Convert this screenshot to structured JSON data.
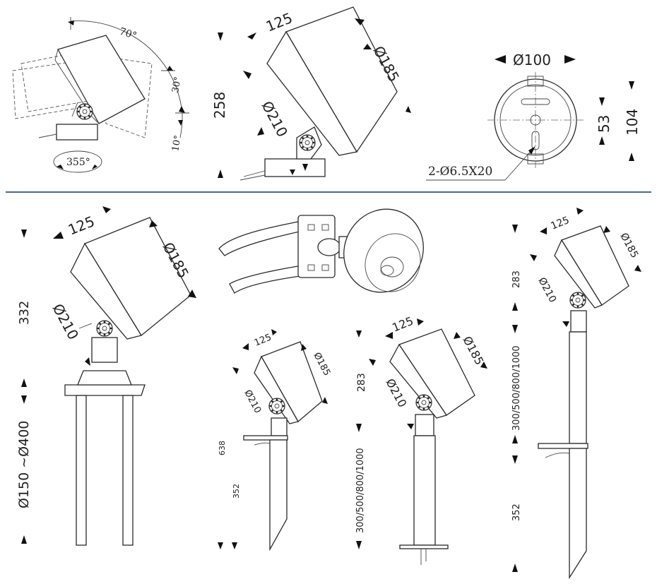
{
  "top_row": {
    "rotation": {
      "tilt": "70°",
      "up": "30°",
      "down": "10°",
      "pan": "355°"
    },
    "side": {
      "width": "125",
      "lens_dia": "Ø185",
      "body_dia": "Ø210",
      "height": "258"
    },
    "base": {
      "dia": "Ø100",
      "inner": "53",
      "outer": "104",
      "holes": "2-Ø6.5X20"
    }
  },
  "flange_model": {
    "width": "125",
    "lens_dia": "Ø185",
    "body_dia": "Ø210",
    "height": "332",
    "flange_range": "Ø150 ~Ø400"
  },
  "spike_short": {
    "width": "125",
    "lens_dia": "Ø185",
    "body_dia": "Ø210",
    "total": "638",
    "spike": "352"
  },
  "post_model": {
    "width": "125",
    "lens_dia": "Ø185",
    "body_dia": "Ø210",
    "head": "283",
    "post": "300/500/800/1000"
  },
  "post_spike_model": {
    "width": "125",
    "lens_dia": "Ø185",
    "body_dia": "Ø210",
    "head": "283",
    "post": "300/500/800/1000",
    "spike": "352"
  },
  "colors": {
    "divider": "#4a6a8a",
    "line": "#2a2a2a"
  }
}
